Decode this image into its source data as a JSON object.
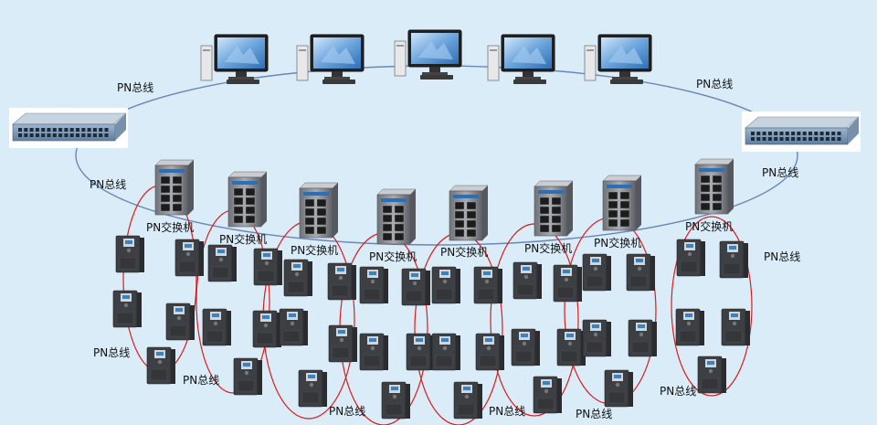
{
  "labels": {
    "bus": "PN总线",
    "switch": "PN交换机"
  },
  "computers": [
    "pc-1",
    "pc-2",
    "pc-3",
    "pc-4",
    "pc-5"
  ],
  "rack_switches": [
    "rack-switch-left",
    "rack-switch-right"
  ],
  "pn_switches": [
    "sw-1",
    "sw-2",
    "sw-3",
    "sw-4",
    "sw-5",
    "sw-6",
    "sw-7",
    "sw-8"
  ],
  "colors": {
    "background": "#d9ecf8",
    "bus_line": "#6a86b8",
    "ring_line": "#d81e1e",
    "device_body": "#3c3f44",
    "screen": "#7fb2e0"
  }
}
